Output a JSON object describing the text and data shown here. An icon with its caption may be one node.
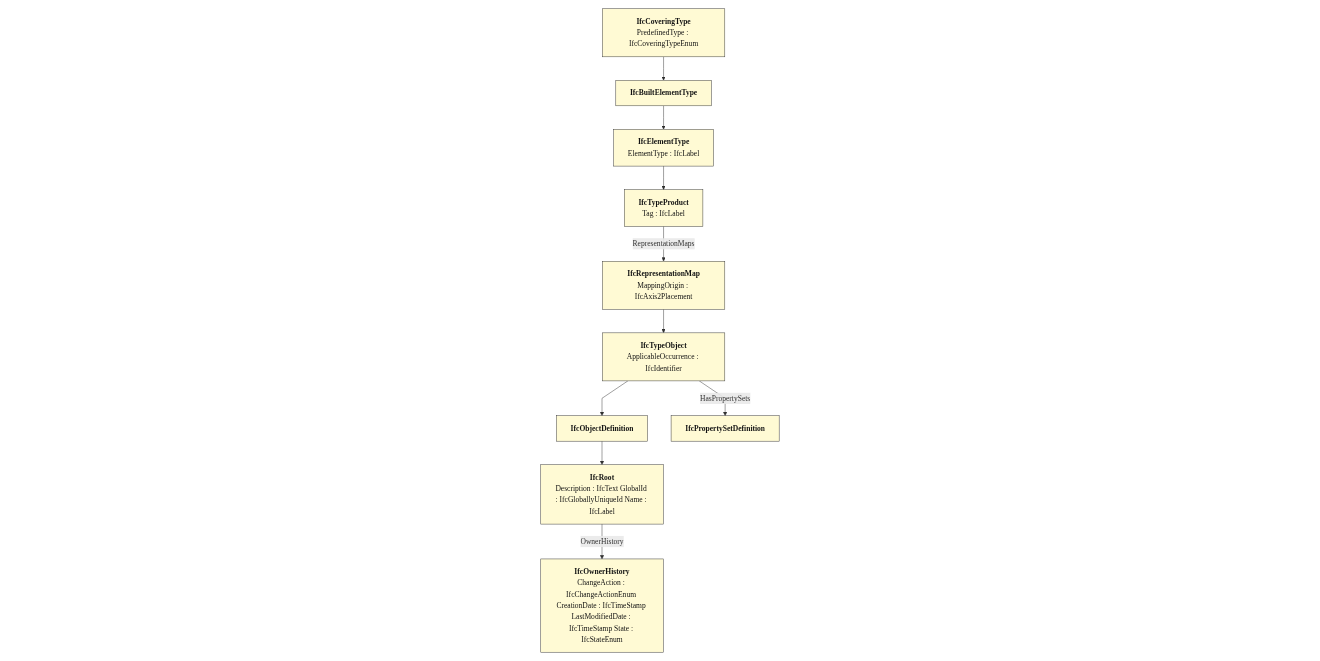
{
  "diagram": {
    "nodes": [
      {
        "text": [
          "IfcCoveringType",
          "PredefinedType : IfcCoveringTypeEnum"
        ]
      },
      {
        "text": [
          "IfcBuiltElementType"
        ]
      },
      {
        "text": [
          "IfcTypeProduct",
          "Tag : IfcLabel"
        ]
      },
      {
        "text": [
          "IfcElementType",
          "ElementType : IfcLabel"
        ]
      },
      {
        "text": [
          "IfcRoot",
          "Description : IfcText GlobalId : IfcGloballyUniqueId Name : IfcLabel"
        ]
      },
      {
        "text": [
          "IfcRepresentationMap",
          "MappingOrigin : IfcAxis2Placement"
        ]
      },
      {
        "text": [
          "IfcObjectDefinition"
        ]
      },
      {
        "text": [
          "IfcOwnerHistory",
          "ChangeAction : IfcChangeActionEnum CreationDate : IfcTimeStamp LastModifiedDate : IfcTimeStamp State : IfcStateEnum"
        ]
      },
      {
        "text": [
          "IfcTypeObject",
          "ApplicableOccurrence : IfcIdentifier"
        ]
      },
      {
        "text": [
          "IfcPropertySetDefinition"
        ]
      }
    ],
    "edges": [
      {
        "from": 0,
        "to": 1,
        "arrow": "to"
      },
      {
        "from": 1,
        "to": 3,
        "arrow": "to"
      },
      {
        "from": 3,
        "to": 2,
        "arrow": "to"
      },
      {
        "from": 2,
        "to": 5,
        "arrow": "to",
        "label": "RepresentationMaps"
      },
      {
        "from": 5,
        "to": 8,
        "arrow": "to"
      },
      {
        "from": 8,
        "to": 6,
        "arrow": "to"
      },
      {
        "from": 6,
        "to": 4,
        "arrow": "to"
      },
      {
        "from": 4,
        "to": 7,
        "arrow": "to",
        "label": "OwnerHistory"
      },
      {
        "from": 8,
        "to": 9,
        "arrow": "to",
        "label": "HasPropertySets"
      }
    ]
  }
}
